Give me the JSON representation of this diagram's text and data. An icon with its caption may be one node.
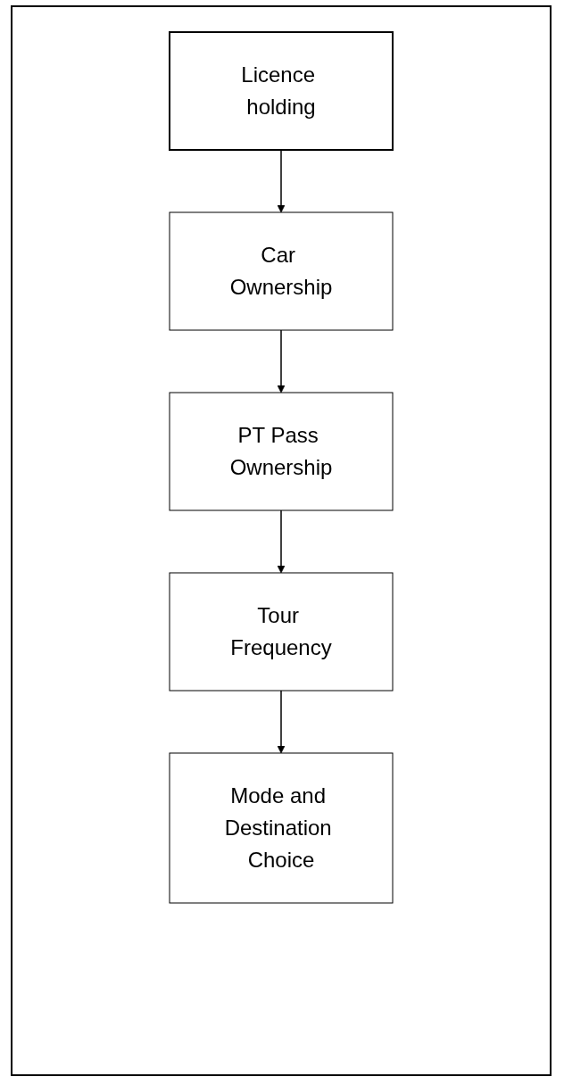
{
  "diagram": {
    "nodes": [
      {
        "text": [
          "Licence holding"
        ]
      },
      {
        "text": [
          "Car Ownership"
        ]
      },
      {
        "text": [
          "PT Pass Ownership"
        ]
      },
      {
        "text": [
          "Tour Frequency"
        ]
      },
      {
        "text": [
          "Mode and Destination Choice"
        ]
      }
    ],
    "edges": [
      {
        "from": 0,
        "to": 1,
        "arrow": "to"
      },
      {
        "from": 1,
        "to": 2,
        "arrow": "to"
      },
      {
        "from": 2,
        "to": 3,
        "arrow": "to"
      },
      {
        "from": 3,
        "to": 4,
        "arrow": "to"
      }
    ]
  }
}
